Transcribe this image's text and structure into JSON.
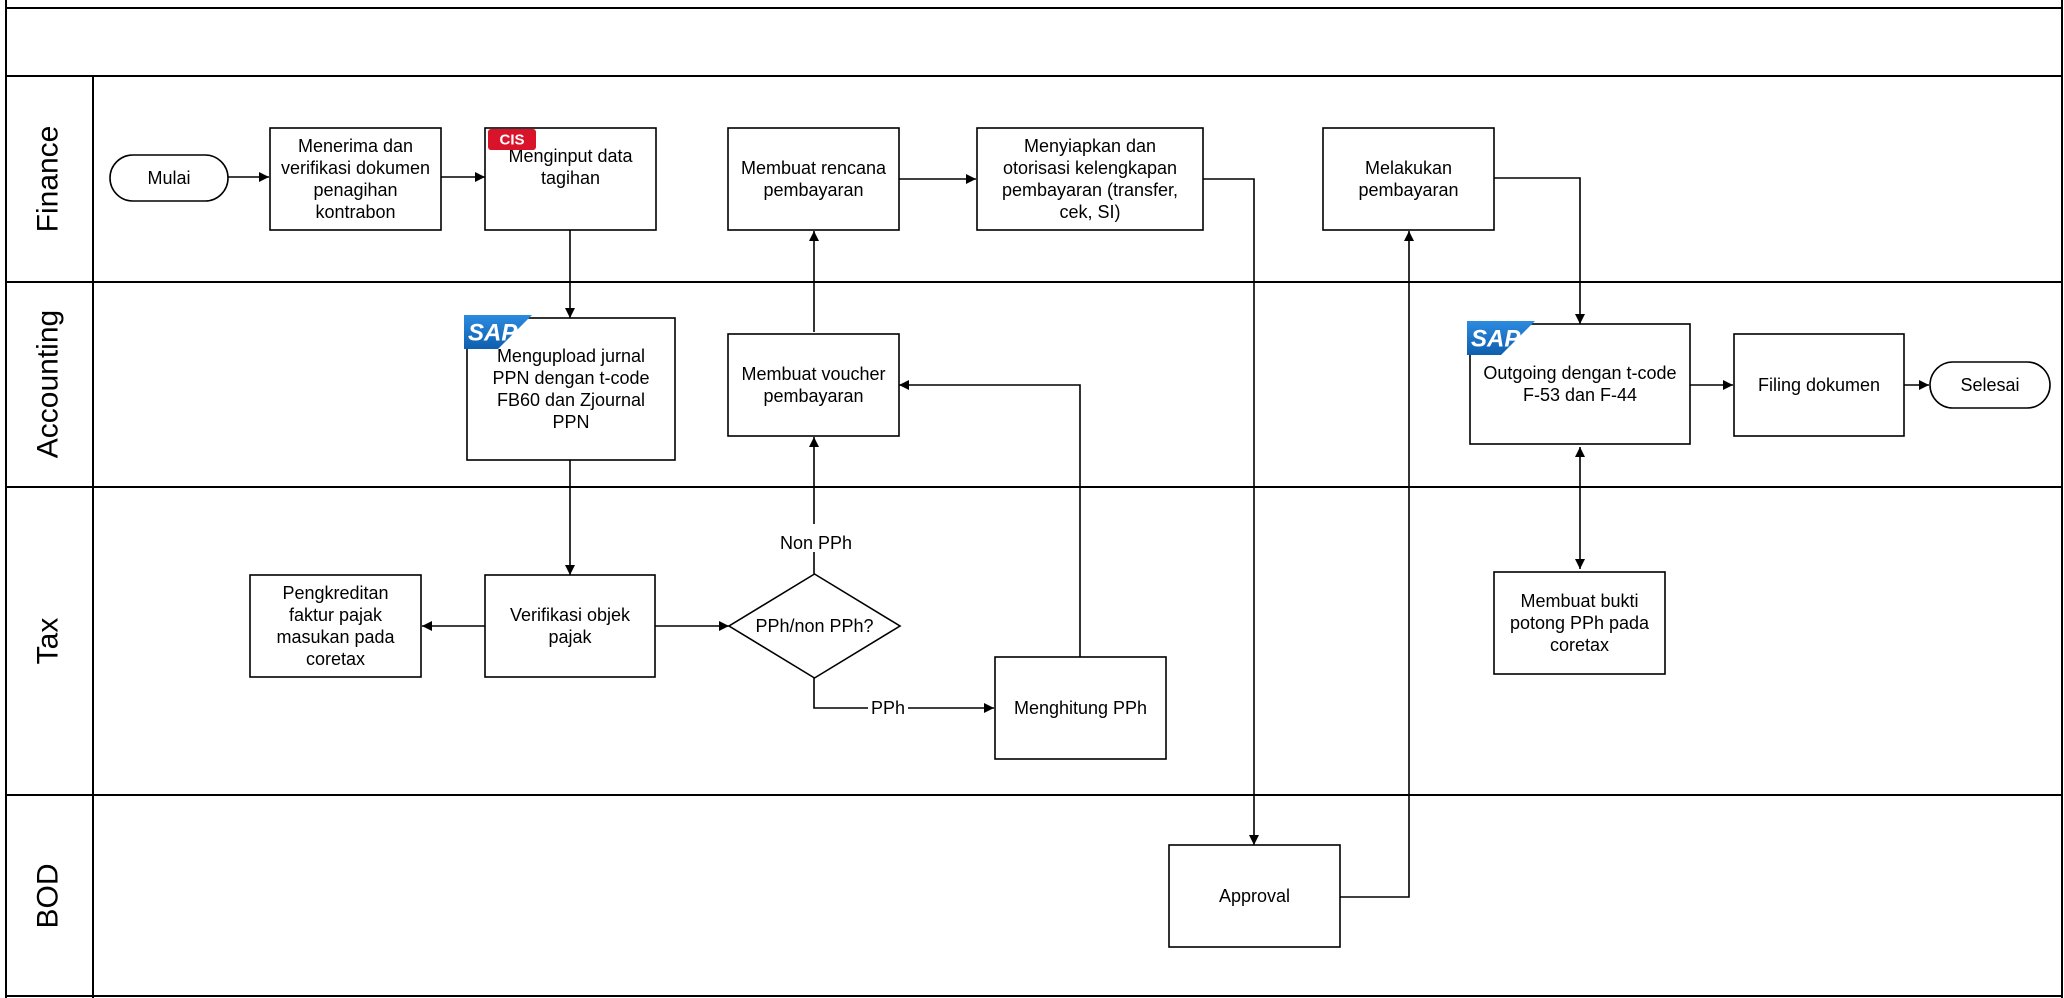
{
  "lanes": [
    {
      "id": "finance",
      "label": "Finance"
    },
    {
      "id": "accounting",
      "label": "Accounting"
    },
    {
      "id": "tax",
      "label": "Tax"
    },
    {
      "id": "bod",
      "label": "BOD"
    }
  ],
  "nodes": {
    "mulai": {
      "lines": [
        "Mulai"
      ]
    },
    "menerima": {
      "lines": [
        "Menerima dan",
        "verifikasi dokumen",
        "penagihan",
        "kontrabon"
      ]
    },
    "menginput": {
      "lines": [
        "Menginput data",
        "tagihan"
      ],
      "badge": "CIS"
    },
    "rencana": {
      "lines": [
        "Membuat rencana",
        "pembayaran"
      ]
    },
    "menyiapkan": {
      "lines": [
        "Menyiapkan dan",
        "otorisasi kelengkapan",
        "pembayaran (transfer,",
        "cek, SI)"
      ]
    },
    "melakukan": {
      "lines": [
        "Melakukan",
        "pembayaran"
      ]
    },
    "mengupload": {
      "lines": [
        "Mengupload jurnal",
        "PPN dengan t-code",
        "FB60 dan Zjournal",
        "PPN"
      ],
      "badge": "SAP"
    },
    "voucher": {
      "lines": [
        "Membuat voucher",
        "pembayaran"
      ]
    },
    "outgoing": {
      "lines": [
        "Outgoing dengan t-code",
        "F-53 dan F-44"
      ],
      "badge": "SAP"
    },
    "filing": {
      "lines": [
        "Filing dokumen"
      ]
    },
    "selesai": {
      "lines": [
        "Selesai"
      ]
    },
    "pengkreditan": {
      "lines": [
        "Pengkreditan",
        "faktur pajak",
        "masukan pada",
        "coretax"
      ]
    },
    "verifikasi": {
      "lines": [
        "Verifikasi objek",
        "pajak"
      ]
    },
    "decision": {
      "lines": [
        "PPh/non PPh?"
      ]
    },
    "menghitung": {
      "lines": [
        "Menghitung PPh"
      ]
    },
    "bukti": {
      "lines": [
        "Membuat bukti",
        "potong PPh pada",
        "coretax"
      ]
    },
    "approval": {
      "lines": [
        "Approval"
      ]
    }
  },
  "edge_labels": {
    "non_pph": "Non PPh",
    "pph": "PPh"
  },
  "colors": {
    "line": "#000000",
    "cis_badge": "#d9142a",
    "sap_badge": "#1a73c8"
  }
}
